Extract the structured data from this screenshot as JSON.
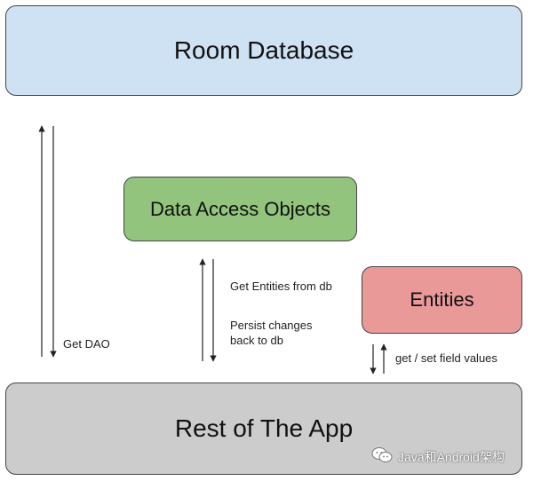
{
  "nodes": {
    "room_database": "Room Database",
    "data_access_objects": "Data Access Objects",
    "entities": "Entities",
    "rest_of_app": "Rest of The App"
  },
  "edge_labels": {
    "get_dao": "Get DAO",
    "get_entities": "Get Entities from db",
    "persist_changes": "Persist changes back to db",
    "field_values": "get / set field values"
  },
  "watermark": {
    "text": "Java和Android架构",
    "icon": "wechat-icon"
  },
  "colors": {
    "room_database": "#cfe2f3",
    "data_access_objects": "#93c47d",
    "entities": "#ea9999",
    "rest_of_app": "#cccccc"
  }
}
